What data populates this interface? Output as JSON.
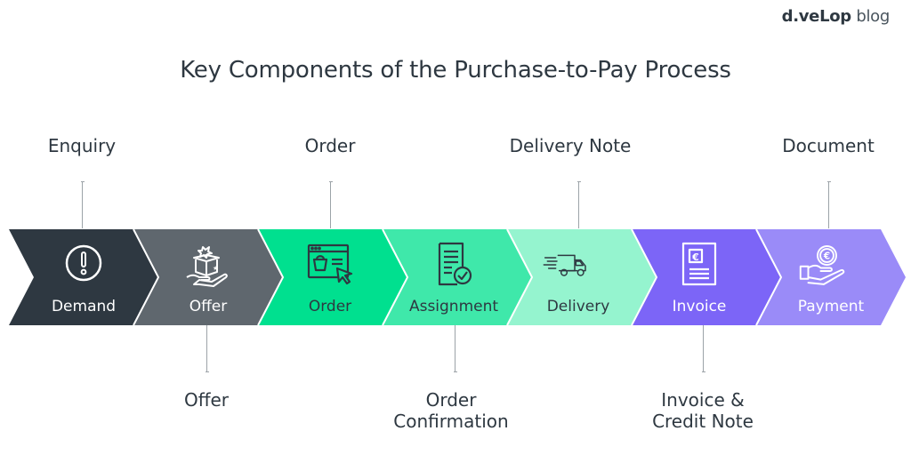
{
  "brand": {
    "bold": "d.veLop",
    "light": "blog"
  },
  "title": "Key Components of the Purchase-to-Pay Process",
  "steps": [
    {
      "label": "Demand",
      "icon": "exclamation-circle-icon",
      "color": "#2e3841",
      "text_color": "#ffffff"
    },
    {
      "label": "Offer",
      "icon": "gift-box-hand-icon",
      "color": "#5f676e",
      "text_color": "#ffffff"
    },
    {
      "label": "Order",
      "icon": "shopping-window-cursor-icon",
      "color": "#00e08f",
      "text_color": "#2e3841"
    },
    {
      "label": "Assignment",
      "icon": "document-check-icon",
      "color": "#3fe8aa",
      "text_color": "#2e3841"
    },
    {
      "label": "Delivery",
      "icon": "delivery-truck-icon",
      "color": "#95f4cf",
      "text_color": "#2e3841"
    },
    {
      "label": "Invoice",
      "icon": "euro-invoice-icon",
      "color": "#7c65f7",
      "text_color": "#ffffff"
    },
    {
      "label": "Payment",
      "icon": "euro-coin-hand-icon",
      "color": "#9a8bf8",
      "text_color": "#ffffff"
    }
  ],
  "documents_top": [
    "Enquiry",
    "Order",
    "Delivery Note",
    "Document"
  ],
  "documents_bottom": [
    {
      "line1": "Offer",
      "line2": ""
    },
    {
      "line1": "Order",
      "line2": "Confirmation"
    },
    {
      "line1": "Invoice &",
      "line2": "Credit Note"
    }
  ]
}
